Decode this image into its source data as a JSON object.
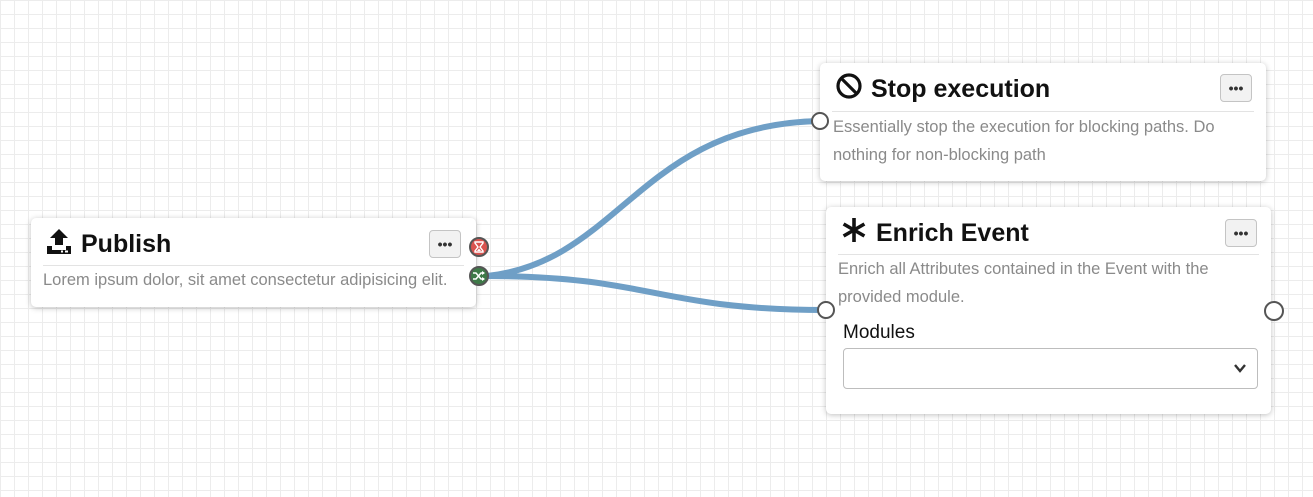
{
  "wires": {
    "color": "#6f9fc6"
  },
  "nodes": {
    "publish": {
      "title": "Publish",
      "icon": "upload-icon",
      "description": "Lorem ipsum dolor, sit amet consectetur adipisicing elit.",
      "menu_label": "•••",
      "status_blocked_icon": "hourglass-icon",
      "status_blocked_color": "#d9534f",
      "status_output_icon": "shuffle-icon",
      "status_output_color": "#3e7a48"
    },
    "stop_execution": {
      "title": "Stop execution",
      "icon": "ban-icon",
      "description": "Essentially stop the execution for blocking paths. Do nothing for non-blocking path",
      "menu_label": "•••"
    },
    "enrich_event": {
      "title": "Enrich Event",
      "icon": "asterisk-icon",
      "description": "Enrich all Attributes contained in the Event with the provided module.",
      "menu_label": "•••",
      "modules_label": "Modules",
      "modules_value": ""
    }
  }
}
